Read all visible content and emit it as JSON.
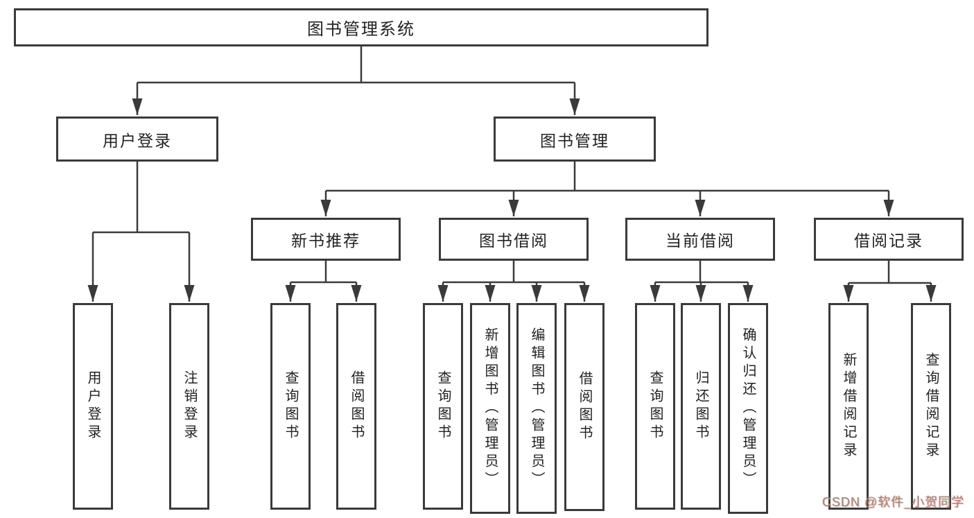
{
  "diagram": {
    "tree": {
      "label": "图书管理系统",
      "children": [
        {
          "label": "用户登录",
          "children": [
            {
              "label": "用户登录"
            },
            {
              "label": "注销登录"
            }
          ]
        },
        {
          "label": "图书管理",
          "children": [
            {
              "label": "新书推荐",
              "children": [
                {
                  "label": "查询图书"
                },
                {
                  "label": "借阅图书"
                }
              ]
            },
            {
              "label": "图书借阅",
              "children": [
                {
                  "label": "查询图书"
                },
                {
                  "label": "新增图书（管理员）"
                },
                {
                  "label": "编辑图书（管理员）"
                },
                {
                  "label": "借阅图书"
                }
              ]
            },
            {
              "label": "当前借阅",
              "children": [
                {
                  "label": "查询图书"
                },
                {
                  "label": "归还图书"
                },
                {
                  "label": "确认归还（管理员）"
                }
              ]
            },
            {
              "label": "借阅记录",
              "children": [
                {
                  "label": "新增借阅记录"
                },
                {
                  "label": "查询借阅记录"
                }
              ]
            }
          ]
        }
      ]
    },
    "arrow_style": "filled-triangle-down"
  },
  "watermark": {
    "text": "CSDN @软件_小贺同学"
  },
  "colors": {
    "line": "#3a3a3a",
    "box_background": "#ffffff",
    "text": "#222222",
    "watermark_gray": "#8f8f8f",
    "watermark_pink": "#fc5531"
  }
}
